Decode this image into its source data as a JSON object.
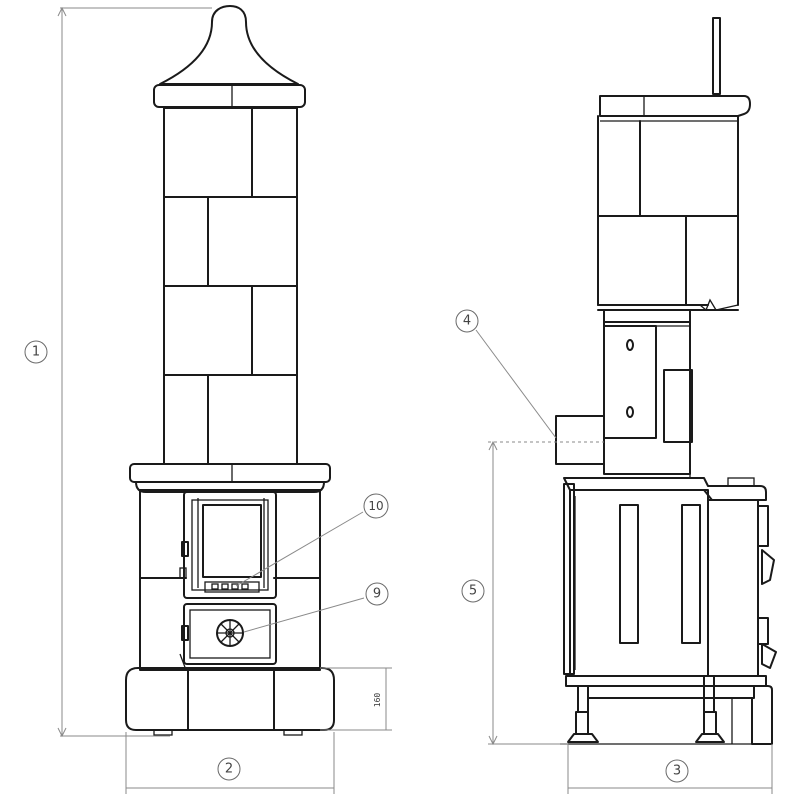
{
  "callouts": {
    "c1": "1",
    "c2": "2",
    "c3": "3",
    "c4": "4",
    "c5": "5",
    "c9": "9",
    "c10": "10"
  },
  "dimensions": {
    "base_height": "160"
  }
}
